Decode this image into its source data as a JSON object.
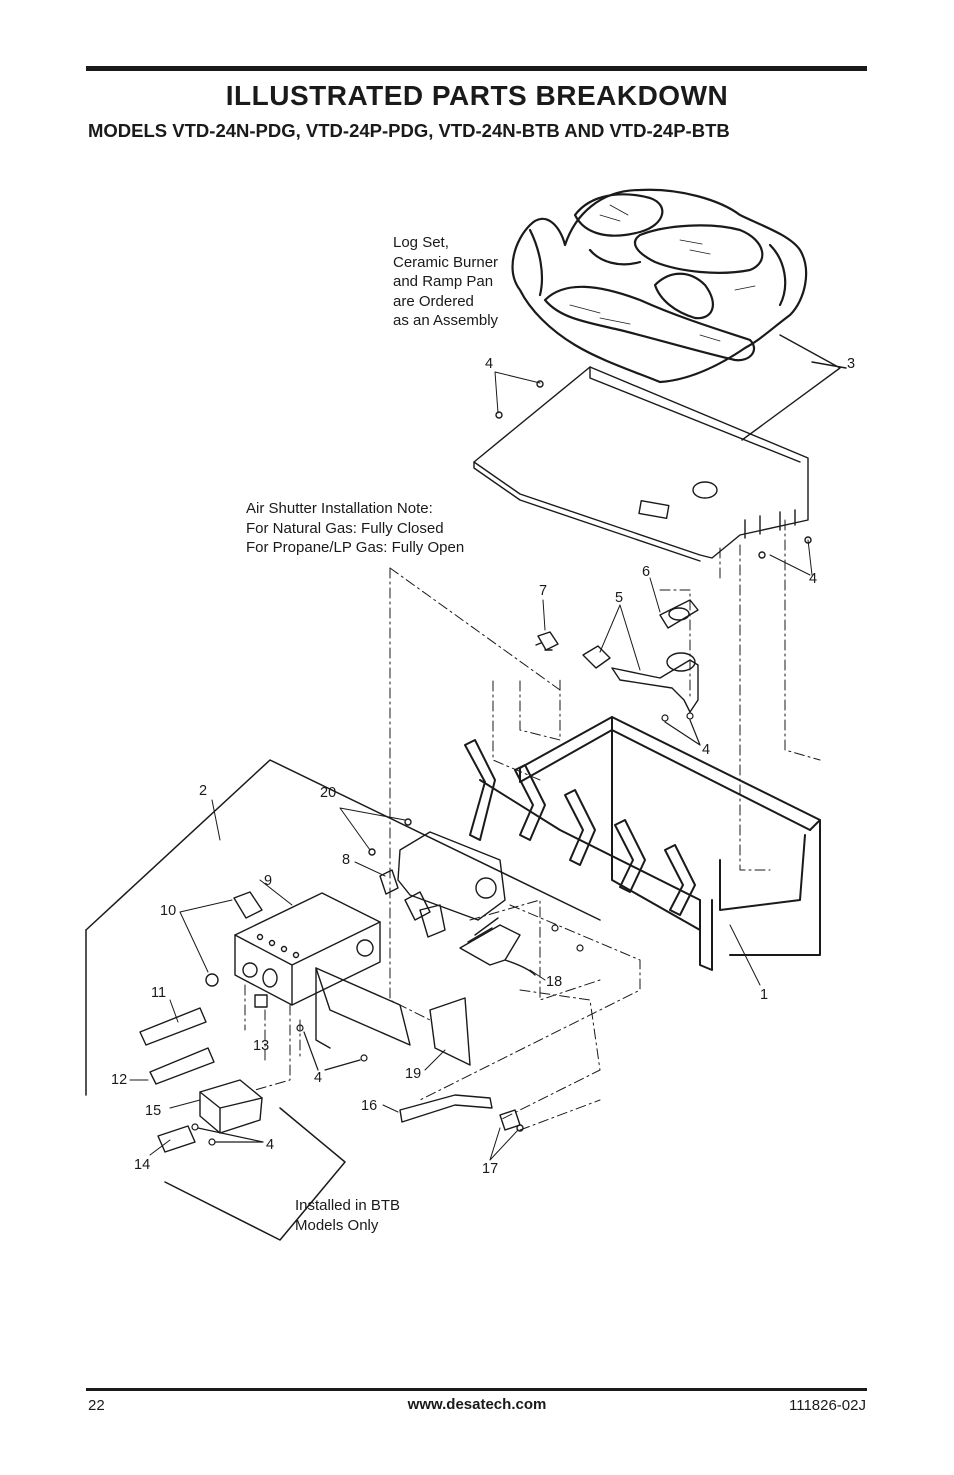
{
  "header": {
    "title": "ILLUSTRATED PARTS BREAKDOWN",
    "subtitle": "MODELS VTD-24N-PDG, VTD-24P-PDG, VTD-24N-BTB AND VTD-24P-BTB"
  },
  "notes": {
    "log_set": [
      "Log Set,",
      "Ceramic Burner",
      "and Ramp Pan",
      "are Ordered",
      "as an Assembly"
    ],
    "air_shutter": [
      "Air Shutter Installation Note:",
      "For Natural Gas: Fully Closed",
      "For Propane/LP Gas: Fully Open"
    ],
    "btb": [
      "Installed in BTB",
      "Models Only"
    ]
  },
  "callouts": {
    "c1": "1",
    "c2": "2",
    "c3": "3",
    "c4a": "4",
    "c4b": "4",
    "c4c": "4",
    "c4d": "4",
    "c4e": "4",
    "c5": "5",
    "c6": "6",
    "c7": "7",
    "c8": "8",
    "c9": "9",
    "c10": "10",
    "c11": "11",
    "c12": "12",
    "c13": "13",
    "c14": "14",
    "c15": "15",
    "c16": "16",
    "c17": "17",
    "c18": "18",
    "c19": "19",
    "c20": "20"
  },
  "footer": {
    "page_number": "22",
    "website": "www.desatech.com",
    "doc_number": "111826-02J"
  }
}
